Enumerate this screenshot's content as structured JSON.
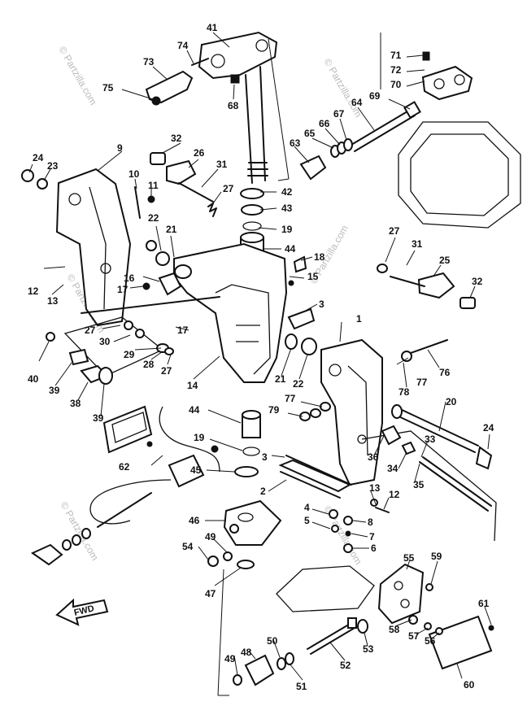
{
  "watermark": "© Partzilla.com",
  "direction_label": "FWD",
  "callouts": [
    {
      "id": "c41",
      "text": "41"
    },
    {
      "id": "c74",
      "text": "74"
    },
    {
      "id": "c73",
      "text": "73"
    },
    {
      "id": "c75",
      "text": "75"
    },
    {
      "id": "c68",
      "text": "68"
    },
    {
      "id": "c71",
      "text": "71"
    },
    {
      "id": "c72",
      "text": "72"
    },
    {
      "id": "c70",
      "text": "70"
    },
    {
      "id": "c69",
      "text": "69"
    },
    {
      "id": "c64",
      "text": "64"
    },
    {
      "id": "c67",
      "text": "67"
    },
    {
      "id": "c66",
      "text": "66"
    },
    {
      "id": "c65",
      "text": "65"
    },
    {
      "id": "c63",
      "text": "63"
    },
    {
      "id": "c32a",
      "text": "32"
    },
    {
      "id": "c26",
      "text": "26"
    },
    {
      "id": "c9",
      "text": "9"
    },
    {
      "id": "c24a",
      "text": "24"
    },
    {
      "id": "c23",
      "text": "23"
    },
    {
      "id": "c10",
      "text": "10"
    },
    {
      "id": "c11",
      "text": "11"
    },
    {
      "id": "c31a",
      "text": "31"
    },
    {
      "id": "c27a",
      "text": "27"
    },
    {
      "id": "c42",
      "text": "42"
    },
    {
      "id": "c43",
      "text": "43"
    },
    {
      "id": "c19a",
      "text": "19"
    },
    {
      "id": "c44a",
      "text": "44"
    },
    {
      "id": "c22a",
      "text": "22"
    },
    {
      "id": "c21a",
      "text": "21"
    },
    {
      "id": "c18",
      "text": "18"
    },
    {
      "id": "c27b",
      "text": "27"
    },
    {
      "id": "c31b",
      "text": "31"
    },
    {
      "id": "c25",
      "text": "25"
    },
    {
      "id": "c32b",
      "text": "32"
    },
    {
      "id": "c12a",
      "text": "12"
    },
    {
      "id": "c13a",
      "text": "13"
    },
    {
      "id": "c16",
      "text": "16"
    },
    {
      "id": "c17a",
      "text": "17"
    },
    {
      "id": "c15",
      "text": "15"
    },
    {
      "id": "c3a",
      "text": "3"
    },
    {
      "id": "c1",
      "text": "1"
    },
    {
      "id": "c27c",
      "text": "27"
    },
    {
      "id": "c30",
      "text": "30"
    },
    {
      "id": "c17b",
      "text": "17"
    },
    {
      "id": "c29",
      "text": "29"
    },
    {
      "id": "c28",
      "text": "28"
    },
    {
      "id": "c27d",
      "text": "27"
    },
    {
      "id": "c40",
      "text": "40"
    },
    {
      "id": "c39a",
      "text": "39"
    },
    {
      "id": "c38",
      "text": "38"
    },
    {
      "id": "c39b",
      "text": "39"
    },
    {
      "id": "c14",
      "text": "14"
    },
    {
      "id": "c21b",
      "text": "21"
    },
    {
      "id": "c22b",
      "text": "22"
    },
    {
      "id": "c77a",
      "text": "77"
    },
    {
      "id": "c78",
      "text": "78"
    },
    {
      "id": "c76",
      "text": "76"
    },
    {
      "id": "c77b",
      "text": "77"
    },
    {
      "id": "c79",
      "text": "79"
    },
    {
      "id": "c20",
      "text": "20"
    },
    {
      "id": "c44b",
      "text": "44"
    },
    {
      "id": "c19b",
      "text": "19"
    },
    {
      "id": "c62",
      "text": "62"
    },
    {
      "id": "c3b",
      "text": "3"
    },
    {
      "id": "c36",
      "text": "36"
    },
    {
      "id": "c33",
      "text": "33"
    },
    {
      "id": "c24b",
      "text": "24"
    },
    {
      "id": "c34",
      "text": "34"
    },
    {
      "id": "c35",
      "text": "35"
    },
    {
      "id": "c45",
      "text": "45"
    },
    {
      "id": "c2",
      "text": "2"
    },
    {
      "id": "c13b",
      "text": "13"
    },
    {
      "id": "c12b",
      "text": "12"
    },
    {
      "id": "c4",
      "text": "4"
    },
    {
      "id": "c5",
      "text": "5"
    },
    {
      "id": "c8",
      "text": "8"
    },
    {
      "id": "c7",
      "text": "7"
    },
    {
      "id": "c6",
      "text": "6"
    },
    {
      "id": "c46",
      "text": "46"
    },
    {
      "id": "c49a",
      "text": "49"
    },
    {
      "id": "c54",
      "text": "54"
    },
    {
      "id": "c47",
      "text": "47"
    },
    {
      "id": "c55",
      "text": "55"
    },
    {
      "id": "c59",
      "text": "59"
    },
    {
      "id": "c61",
      "text": "61"
    },
    {
      "id": "c58",
      "text": "58"
    },
    {
      "id": "c57",
      "text": "57"
    },
    {
      "id": "c56",
      "text": "56"
    },
    {
      "id": "c53",
      "text": "53"
    },
    {
      "id": "c60",
      "text": "60"
    },
    {
      "id": "c49b",
      "text": "49"
    },
    {
      "id": "c48",
      "text": "48"
    },
    {
      "id": "c50",
      "text": "50"
    },
    {
      "id": "c51",
      "text": "51"
    },
    {
      "id": "c52",
      "text": "52"
    }
  ]
}
